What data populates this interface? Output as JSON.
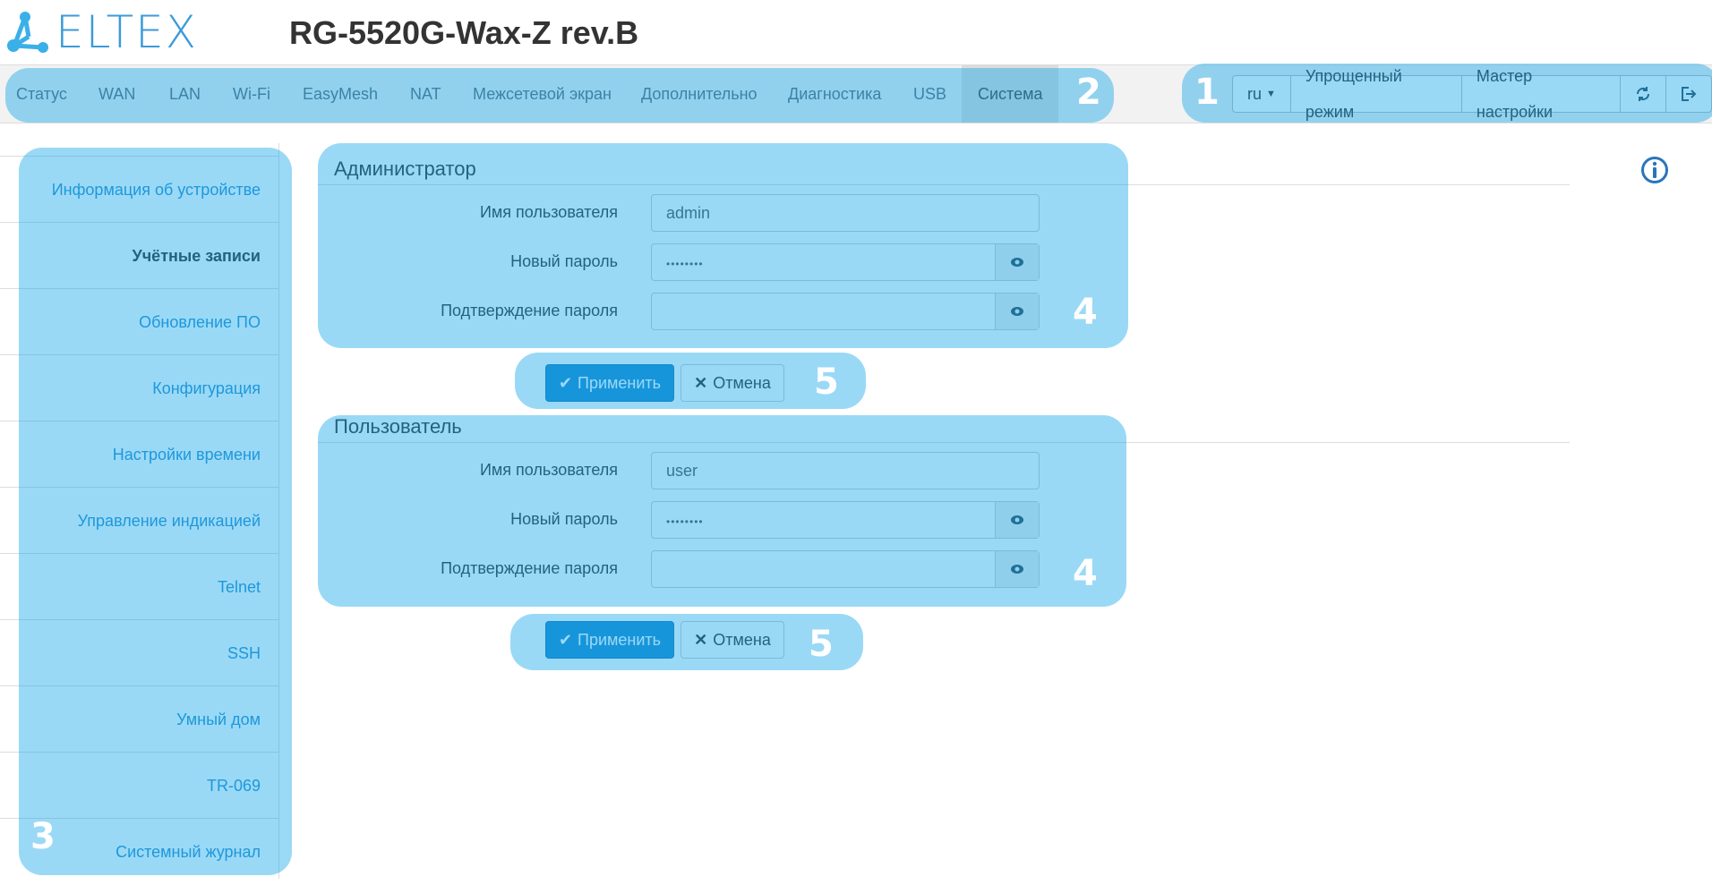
{
  "header": {
    "logo_text": "ELTEX",
    "title": "RG-5520G-Wax-Z rev.B"
  },
  "nav": {
    "items": [
      {
        "label": "Статус"
      },
      {
        "label": "WAN"
      },
      {
        "label": "LAN"
      },
      {
        "label": "Wi-Fi"
      },
      {
        "label": "EasyMesh"
      },
      {
        "label": "NAT"
      },
      {
        "label": "Межсетевой экран"
      },
      {
        "label": "Дополнительно"
      },
      {
        "label": "Диагностика"
      },
      {
        "label": "USB"
      },
      {
        "label": "Система",
        "active": true
      }
    ]
  },
  "toolbar": {
    "language": "ru",
    "simple_mode": "Упрощенный режим",
    "wizard": "Мастер настройки",
    "refresh_icon": "refresh-icon",
    "logout_icon": "logout-icon"
  },
  "sidebar": {
    "items": [
      {
        "label": "Информация об устройстве"
      },
      {
        "label": "Учётные записи",
        "active": true
      },
      {
        "label": "Обновление ПО"
      },
      {
        "label": "Конфигурация"
      },
      {
        "label": "Настройки времени"
      },
      {
        "label": "Управление индикацией"
      },
      {
        "label": "Telnet"
      },
      {
        "label": "SSH"
      },
      {
        "label": "Умный дом"
      },
      {
        "label": "TR-069"
      },
      {
        "label": "Системный журнал"
      }
    ]
  },
  "admin": {
    "title": "Администратор",
    "username_label": "Имя пользователя",
    "username": "admin",
    "password_label": "Новый пароль",
    "password": "••••••••",
    "confirm_label": "Подтверждение пароля",
    "confirm": "",
    "apply": "Применить",
    "cancel": "Отмена"
  },
  "user": {
    "title": "Пользователь",
    "username_label": "Имя пользователя",
    "username": "user",
    "password_label": "Новый пароль",
    "password": "••••••••",
    "confirm_label": "Подтверждение пароля",
    "confirm": "",
    "apply": "Применить",
    "cancel": "Отмена"
  },
  "annotations": {
    "n1": "1",
    "n2": "2",
    "n3": "3",
    "n4": "4",
    "n5": "5"
  },
  "colors": {
    "accent": "#1e8bd0",
    "link": "#2a8fd0",
    "overlay": "#99dcf7"
  }
}
